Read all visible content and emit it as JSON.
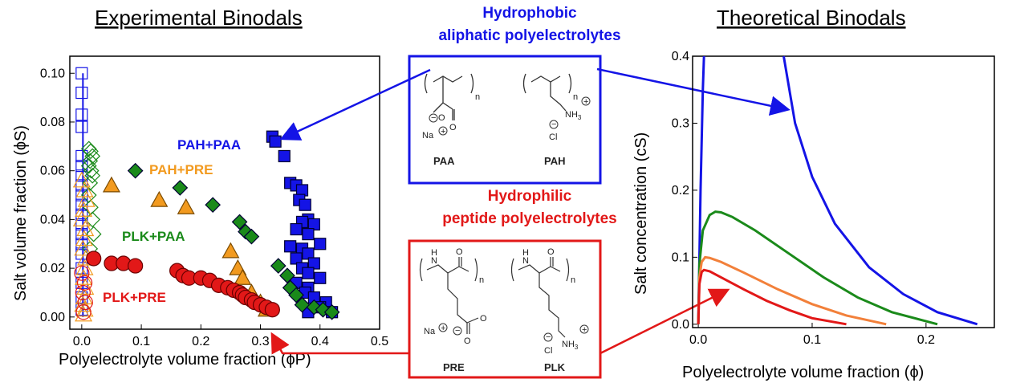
{
  "chart_data": [
    {
      "type": "scatter",
      "title": "Experimental Binodals",
      "xlabel": "Polyelectrolyte volume fraction (ϕP)",
      "ylabel": "Salt volume fraction (ϕS)",
      "xlim": [
        -0.02,
        0.5
      ],
      "ylim": [
        -0.005,
        0.107
      ],
      "xticks": [
        "0.0",
        "0.1",
        "0.2",
        "0.3",
        "0.4",
        "0.5"
      ],
      "yticks": [
        "0.00",
        "0.02",
        "0.04",
        "0.06",
        "0.08",
        "0.10"
      ],
      "series": [
        {
          "name": "PAH+PAA",
          "marker": "square",
          "color": "#1414e6",
          "x": [
            0.32,
            0.325,
            0.34,
            0.35,
            0.36,
            0.37,
            0.365,
            0.375,
            0.38,
            0.37,
            0.39,
            0.36,
            0.38,
            0.4,
            0.35,
            0.37,
            0.38,
            0.36,
            0.39,
            0.37,
            0.38,
            0.4,
            0.36,
            0.38,
            0.375,
            0.39,
            0.41,
            0.4,
            0.38,
            0.42
          ],
          "y": [
            0.074,
            0.072,
            0.066,
            0.055,
            0.054,
            0.052,
            0.048,
            0.046,
            0.04,
            0.039,
            0.038,
            0.036,
            0.034,
            0.03,
            0.029,
            0.028,
            0.026,
            0.024,
            0.022,
            0.02,
            0.018,
            0.016,
            0.014,
            0.012,
            0.01,
            0.008,
            0.006,
            0.004,
            0.002,
            0.002
          ],
          "x_left": [
            0.0,
            0.0,
            0.0,
            0.0,
            0.0,
            0.0,
            0.0,
            0.0,
            0.0,
            0.0,
            0.0,
            0.0,
            0.0,
            0.0,
            0.0,
            0.0,
            0.0,
            0.0,
            0.0
          ],
          "y_left": [
            0.1,
            0.092,
            0.083,
            0.078,
            0.066,
            0.062,
            0.058,
            0.054,
            0.05,
            0.046,
            0.042,
            0.038,
            0.034,
            0.03,
            0.026,
            0.02,
            0.014,
            0.008,
            0.003
          ]
        },
        {
          "name": "PLK+PAA",
          "marker": "diamond",
          "color": "#1a8a1a",
          "x": [
            0.09,
            0.165,
            0.22,
            0.265,
            0.275,
            0.285,
            0.33,
            0.345,
            0.35,
            0.36,
            0.37,
            0.39,
            0.405,
            0.42
          ],
          "y": [
            0.06,
            0.053,
            0.046,
            0.039,
            0.035,
            0.033,
            0.021,
            0.017,
            0.012,
            0.009,
            0.005,
            0.004,
            0.003,
            0.002
          ],
          "x_left": [
            0.012,
            0.015,
            0.018,
            0.014,
            0.012,
            0.016,
            0.018,
            0.014,
            0.012,
            0.015,
            0.018,
            0.02,
            0.014
          ],
          "y_left": [
            0.069,
            0.068,
            0.066,
            0.064,
            0.062,
            0.06,
            0.058,
            0.055,
            0.05,
            0.045,
            0.04,
            0.034,
            0.028
          ]
        },
        {
          "name": "PAH+PRE",
          "marker": "triangle",
          "color": "#f29a1f",
          "x": [
            0.05,
            0.13,
            0.175,
            0.25,
            0.262,
            0.27,
            0.285,
            0.3,
            0.31
          ],
          "y": [
            0.054,
            0.048,
            0.045,
            0.027,
            0.02,
            0.016,
            0.01,
            0.006,
            0.003
          ],
          "x_left": [
            0.0,
            0.005,
            0.008,
            0.003,
            0.0,
            0.006,
            0.004,
            0.002,
            0.007,
            0.005,
            0.003,
            0.006,
            0.004,
            0.002,
            0.005,
            0.003
          ],
          "y_left": [
            0.056,
            0.052,
            0.048,
            0.044,
            0.04,
            0.036,
            0.032,
            0.028,
            0.024,
            0.02,
            0.016,
            0.012,
            0.008,
            0.005,
            0.003,
            0.001
          ]
        },
        {
          "name": "PLK+PRE",
          "marker": "circle",
          "color": "#e21818",
          "x": [
            0.02,
            0.05,
            0.07,
            0.09,
            0.16,
            0.17,
            0.18,
            0.2,
            0.215,
            0.23,
            0.245,
            0.255,
            0.265,
            0.27,
            0.275,
            0.285,
            0.29,
            0.3,
            0.31,
            0.32
          ],
          "y": [
            0.024,
            0.022,
            0.022,
            0.021,
            0.019,
            0.017,
            0.016,
            0.016,
            0.015,
            0.013,
            0.012,
            0.011,
            0.01,
            0.009,
            0.008,
            0.007,
            0.006,
            0.005,
            0.004,
            0.003
          ],
          "x_left": [
            0.0,
            0.005,
            0.002,
            0.006,
            0.003
          ],
          "y_left": [
            0.018,
            0.014,
            0.01,
            0.006,
            0.002
          ]
        }
      ]
    },
    {
      "type": "line",
      "title": "Theoretical Binodals",
      "xlabel": "Polyelectrolyte volume fraction (ϕ)",
      "ylabel": "Salt concentration (cS)",
      "xlim": [
        -0.005,
        0.26
      ],
      "ylim": [
        -0.005,
        0.4
      ],
      "xticks": [
        "0.0",
        "0.1",
        "0.2"
      ],
      "yticks": [
        "0.0",
        "0.1",
        "0.2",
        "0.3",
        "0.4"
      ],
      "series": [
        {
          "color": "#1414e6",
          "x": [
            0.0,
            0.002,
            0.004,
            0.005
          ],
          "y": [
            0.0,
            0.2,
            0.35,
            0.4
          ],
          "x2": [
            0.075,
            0.085,
            0.1,
            0.12,
            0.15,
            0.18,
            0.21,
            0.245
          ],
          "y2": [
            0.4,
            0.3,
            0.22,
            0.15,
            0.085,
            0.045,
            0.018,
            0.0
          ]
        },
        {
          "color": "#1a8a1a",
          "x": [
            0.0,
            0.001,
            0.004,
            0.01,
            0.015,
            0.02,
            0.03,
            0.05,
            0.08,
            0.11,
            0.14,
            0.17,
            0.21
          ],
          "y": [
            0.0,
            0.09,
            0.14,
            0.163,
            0.168,
            0.167,
            0.16,
            0.14,
            0.105,
            0.07,
            0.04,
            0.018,
            0.0
          ]
        },
        {
          "color": "#f2803a",
          "x": [
            0.0,
            0.001,
            0.003,
            0.006,
            0.01,
            0.02,
            0.04,
            0.07,
            0.1,
            0.13,
            0.165
          ],
          "y": [
            0.0,
            0.07,
            0.093,
            0.1,
            0.099,
            0.093,
            0.077,
            0.052,
            0.03,
            0.013,
            0.0
          ]
        },
        {
          "color": "#e21818",
          "x": [
            0.0,
            0.001,
            0.003,
            0.005,
            0.01,
            0.02,
            0.04,
            0.06,
            0.08,
            0.1,
            0.13
          ],
          "y": [
            0.0,
            0.06,
            0.078,
            0.081,
            0.079,
            0.07,
            0.052,
            0.035,
            0.021,
            0.009,
            0.0
          ]
        }
      ]
    }
  ],
  "labels": {
    "hydrophobic_line1": "Hydrophobic",
    "hydrophobic_line2": "aliphatic polyelectrolytes",
    "hydrophilic_line1": "Hydrophilic",
    "hydrophilic_line2": "peptide polyelectrolytes",
    "paa": "PAA",
    "pah": "PAH",
    "pre": "PRE",
    "plk": "PLK",
    "na_paa": "Na",
    "cl_pah": "Cl",
    "nh3": "NH",
    "na_pre": "Na",
    "cl_plk": "Cl",
    "nh3_plk": "NH",
    "n_sub": "n",
    "h_label": "H",
    "n_label": "N",
    "o_label": "O"
  },
  "colors": {
    "blue": "#1414e6",
    "red": "#e21818"
  }
}
